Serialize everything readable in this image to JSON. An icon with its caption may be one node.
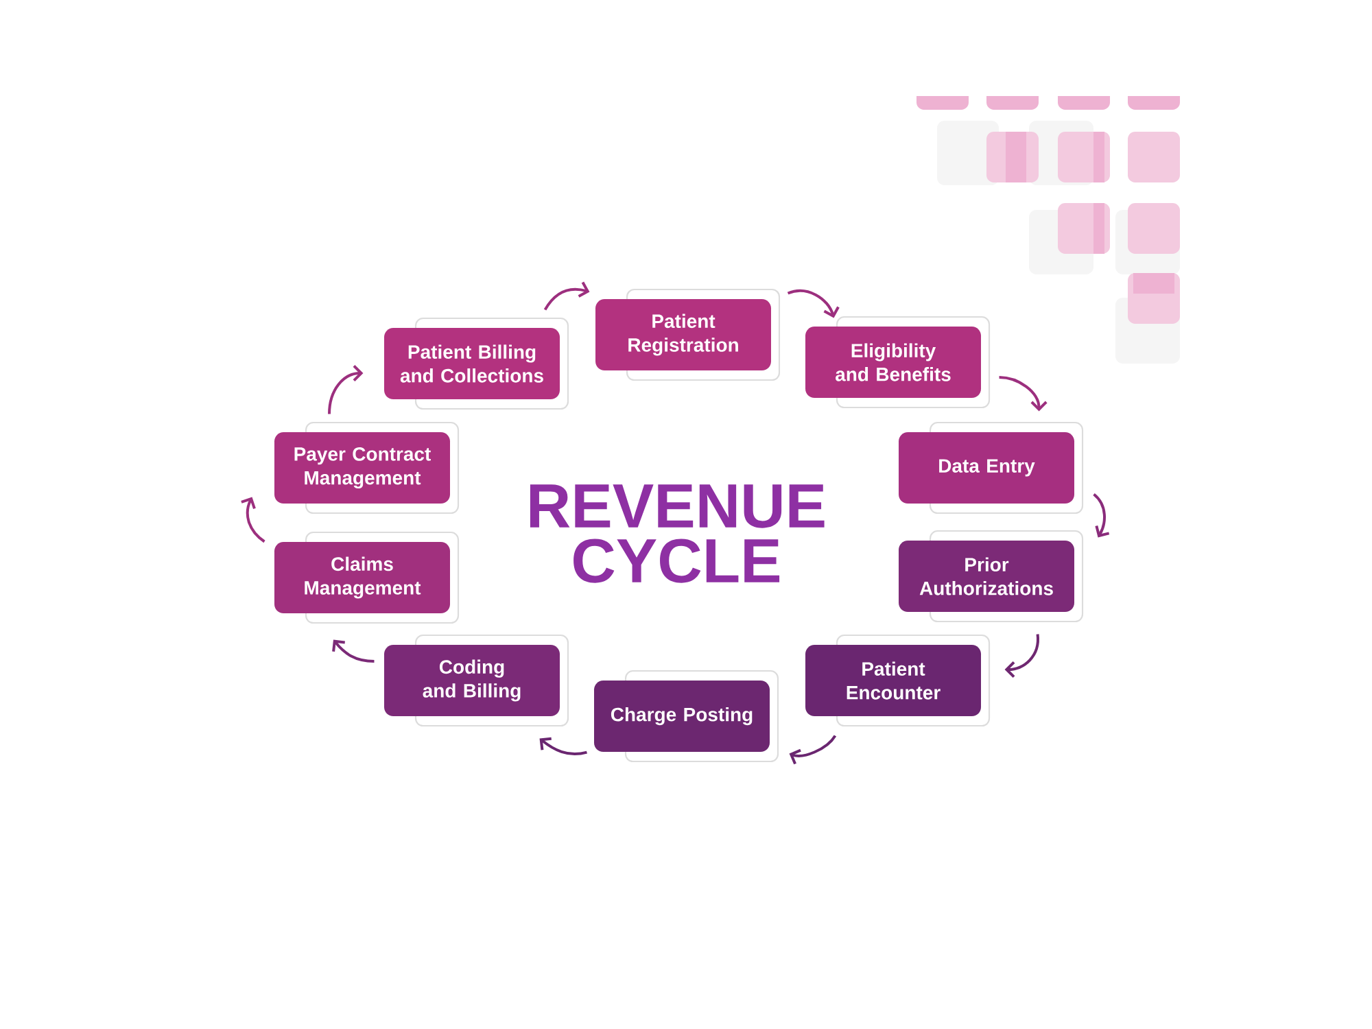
{
  "diagram": {
    "title": "REVENUE CYCLE",
    "nodes": [
      {
        "text": [
          "Patient Registration"
        ]
      },
      {
        "text": [
          "Eligibility and Benefits"
        ]
      },
      {
        "text": [
          "Data Entry"
        ]
      },
      {
        "text": [
          "Prior Authorizations"
        ]
      },
      {
        "text": [
          "Patient Encounter"
        ]
      },
      {
        "text": [
          "Charge Posting"
        ]
      },
      {
        "text": [
          "Coding and Billing"
        ]
      },
      {
        "text": [
          "Claims Management"
        ]
      },
      {
        "text": [
          "Payer Contract Management"
        ]
      },
      {
        "text": [
          "Patient Billing and Collections"
        ]
      }
    ],
    "edges": [
      {
        "from": 0,
        "to": 1,
        "arrow": "to"
      },
      {
        "from": 1,
        "to": 2,
        "arrow": "to"
      },
      {
        "from": 2,
        "to": 3,
        "arrow": "to"
      },
      {
        "from": 3,
        "to": 4,
        "arrow": "to"
      },
      {
        "from": 4,
        "to": 5,
        "arrow": "to"
      },
      {
        "from": 5,
        "to": 6,
        "arrow": "to"
      },
      {
        "from": 6,
        "to": 7,
        "arrow": "to"
      },
      {
        "from": 7,
        "to": 8,
        "arrow": "to"
      },
      {
        "from": 8,
        "to": 9,
        "arrow": "to"
      },
      {
        "from": 9,
        "to": 0,
        "arrow": "to"
      }
    ]
  }
}
